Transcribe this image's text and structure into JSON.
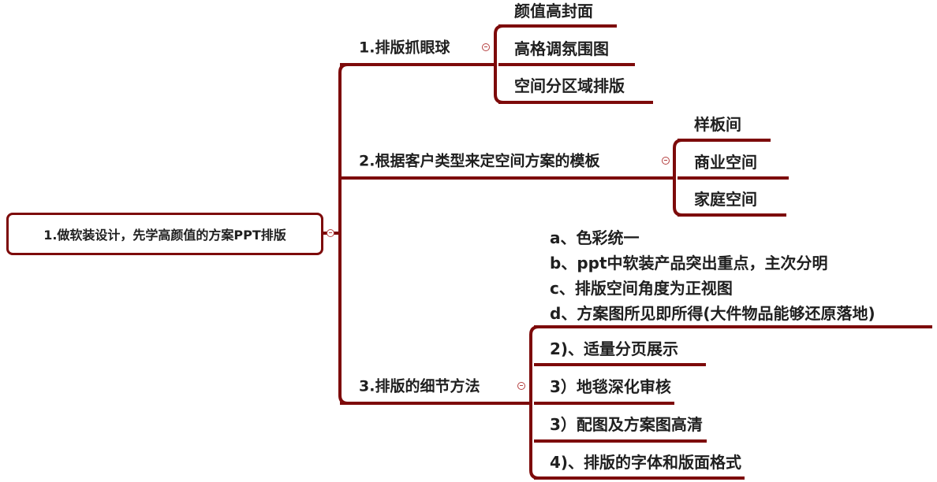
{
  "root": {
    "label": "1.做软装设计，先学高颜值的方案PPT排版"
  },
  "branches": [
    {
      "label": "1.排版抓眼球",
      "children": [
        "颜值高封面",
        "高格调氛围图",
        "空间分区域排版"
      ]
    },
    {
      "label": "2.根据客户类型来定空间方案的模板",
      "children": [
        "样板间",
        "商业空间",
        "家庭空间"
      ]
    },
    {
      "label": "3.排版的细节方法",
      "detail_lines": [
        "a、色彩统一",
        "b、ppt中软装产品突出重点，主次分明",
        "c、排版空间角度为正视图",
        "d、方案图所见即所得(大件物品能够还原落地)"
      ],
      "children": [
        "2)、适量分页展示",
        "3）地毯深化审核",
        "3）配图及方案图高清",
        "4)、排版的字体和版面格式"
      ]
    }
  ],
  "colors": {
    "line": "#7d0a0a",
    "text": "#1f1f1f"
  }
}
